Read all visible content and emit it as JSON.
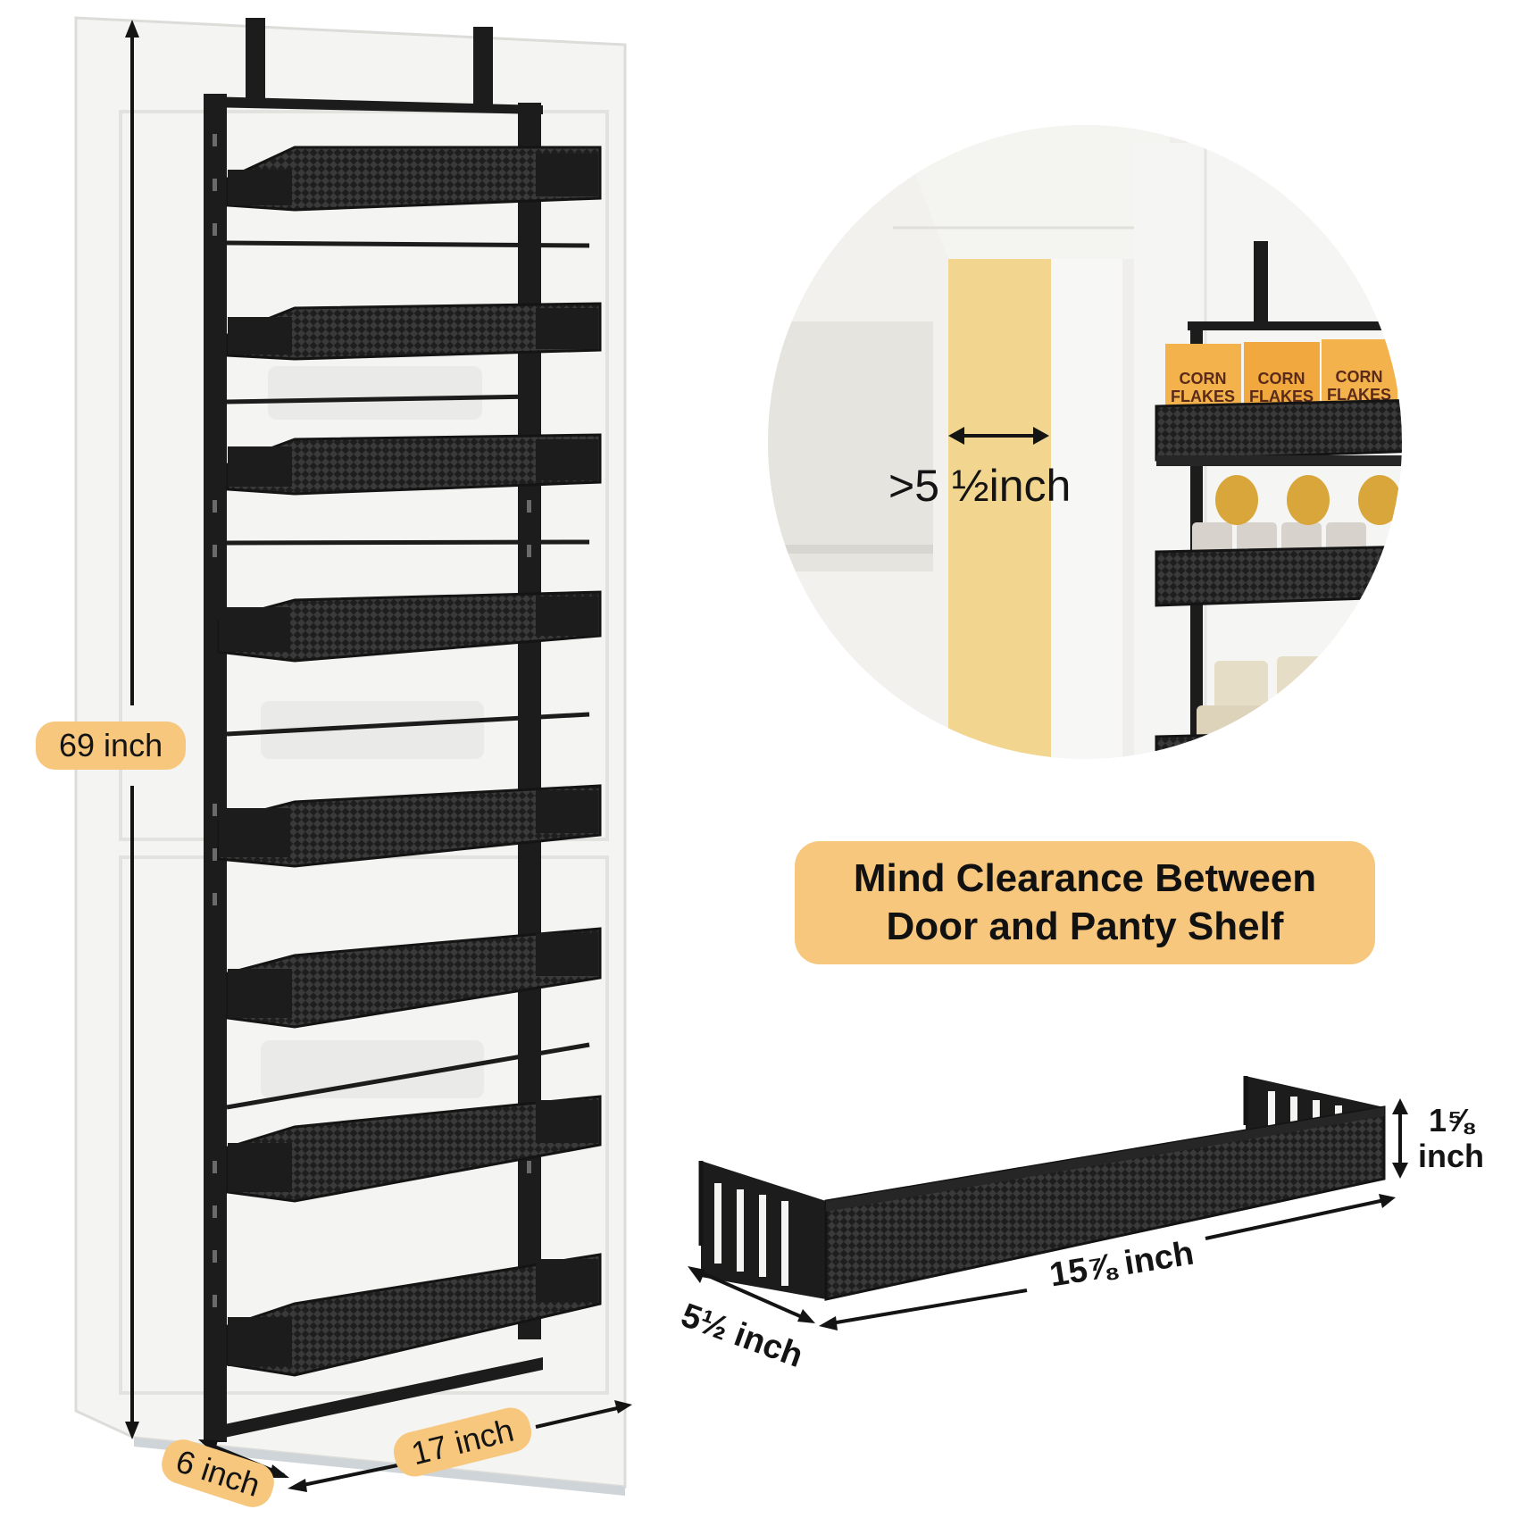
{
  "labels": {
    "height": "69 inch",
    "depth": "6 inch",
    "width": "17 inch",
    "clearance": ">5 ½inch",
    "basket_height_value": "1⅝",
    "basket_height_unit": "inch",
    "basket_length": "15⅞ inch",
    "basket_depth": "5½ inch"
  },
  "banner": {
    "line1": "Mind Clearance Between",
    "line2": "Door and Panty Shelf"
  },
  "product_box_text": [
    "CORN",
    "FLAKES"
  ],
  "colors": {
    "accent": "#f6c77d",
    "rack": "#1c1c1c",
    "door": "#f3f3f1",
    "frame_yellow": "#f2d58e"
  }
}
